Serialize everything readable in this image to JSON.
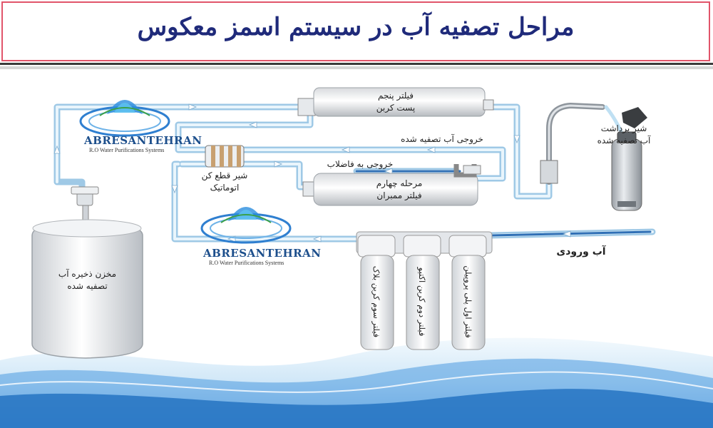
{
  "header": {
    "title": "مراحل تصفیه آب در سیستم اسمز معکوس"
  },
  "logo": {
    "name": "ABRESANTEHRAN",
    "tagline": "R.O Water Purifications Systems"
  },
  "labels": {
    "filter5": [
      "فیلتر پنجم",
      "پست کربن"
    ],
    "treated_outlet": "خروجی آب تصفیه شده",
    "drain_outlet": "خروجی به فاضلاب",
    "auto_valve": [
      "شیر قطع کن",
      "اتوماتیک"
    ],
    "membrane": [
      "مرحله چهارم",
      "فیلتر ممبران"
    ],
    "faucet": [
      "شیر برداشت",
      "آب تصفیه شده"
    ],
    "inlet": "آب ورودی",
    "tank": [
      "مخزن ذخیره آب",
      "تصفیه شده"
    ],
    "filter1": "فیلتر اول پلی پروپیلن",
    "filter2": "فیلتر دوم کربن اکتیو",
    "filter3": "فیلتر سوم کربن بلاک"
  },
  "colors": {
    "title": "#1f2a7a",
    "frame": "#e1546a",
    "pipe": "#bfe0f3",
    "flow": "#2f6fb5",
    "wave": "#1f76c8"
  }
}
